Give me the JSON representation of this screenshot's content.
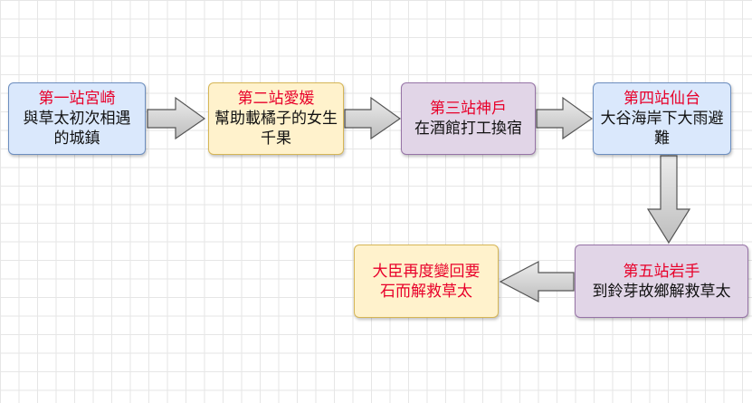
{
  "diagram": {
    "nodes": [
      {
        "id": "n1",
        "title": "第一站宮崎",
        "body": "與草太初次相遇的城鎮"
      },
      {
        "id": "n2",
        "title": "第二站愛媛",
        "body": "幫助載橘子的女生千果"
      },
      {
        "id": "n3",
        "title": "第三站神戶",
        "body": "在酒館打工換宿"
      },
      {
        "id": "n4",
        "title": "第四站仙台",
        "body": "大谷海岸下大雨避難"
      },
      {
        "id": "n5",
        "title": "第五站岩手",
        "body": "到鈴芽故鄉解救草太"
      },
      {
        "id": "n6",
        "title": "",
        "body": "大臣再度變回要石而解救草太"
      }
    ],
    "edges": [
      {
        "from": "n1",
        "to": "n2"
      },
      {
        "from": "n2",
        "to": "n3"
      },
      {
        "from": "n3",
        "to": "n4"
      },
      {
        "from": "n4",
        "to": "n5"
      },
      {
        "from": "n5",
        "to": "n6"
      }
    ],
    "colors": {
      "title_text": "#e8002a",
      "blue_fill": "#dae8fc",
      "yellow_fill": "#fff2cc",
      "purple_fill": "#e1d5e7",
      "arrow_fill": "#d4d4d4"
    }
  }
}
